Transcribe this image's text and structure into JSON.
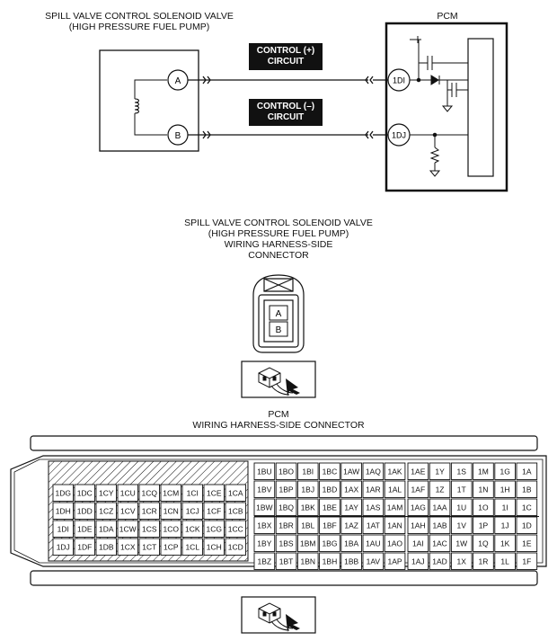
{
  "schematic": {
    "solenoid_title_line1": "SPILL VALVE CONTROL SOLENOID VALVE",
    "solenoid_title_line2": "(HIGH PRESSURE FUEL PUMP)",
    "pcm_title": "PCM",
    "control_plus_line1": "CONTROL (+)",
    "control_plus_line2": "CIRCUIT",
    "control_minus_line1": "CONTROL (–)",
    "control_minus_line2": "CIRCUIT",
    "terminal_a": "A",
    "terminal_b": "B",
    "pcm_pin_1di": "1DI",
    "pcm_pin_1dj": "1DJ"
  },
  "solenoid_connector": {
    "caption_line1": "SPILL VALVE CONTROL SOLENOID VALVE",
    "caption_line2": "(HIGH PRESSURE FUEL PUMP)",
    "caption_line3": "WIRING HARNESS-SIDE",
    "caption_line4": "CONNECTOR",
    "pin_a": "A",
    "pin_b": "B"
  },
  "pcm_connector": {
    "caption_line1": "PCM",
    "caption_line2": "WIRING HARNESS-SIDE CONNECTOR",
    "left_block": [
      [
        "1DG",
        "1DC",
        "1CY",
        "1CU",
        "1CQ",
        "1CM",
        "1CI",
        "1CE",
        "1CA"
      ],
      [
        "1DH",
        "1DD",
        "1CZ",
        "1CV",
        "1CR",
        "1CN",
        "1CJ",
        "1CF",
        "1CB"
      ],
      [
        "1DI",
        "1DE",
        "1DA",
        "1CW",
        "1CS",
        "1CO",
        "1CK",
        "1CG",
        "1CC"
      ],
      [
        "1DJ",
        "1DF",
        "1DB",
        "1CX",
        "1CT",
        "1CP",
        "1CL",
        "1CH",
        "1CD"
      ]
    ],
    "middle_block": [
      [
        "1BU",
        "1BO",
        "1BI",
        "1BC",
        "1AW",
        "1AQ",
        "1AK"
      ],
      [
        "1BV",
        "1BP",
        "1BJ",
        "1BD",
        "1AX",
        "1AR",
        "1AL"
      ],
      [
        "1BW",
        "1BQ",
        "1BK",
        "1BE",
        "1AY",
        "1AS",
        "1AM"
      ],
      [
        "1BX",
        "1BR",
        "1BL",
        "1BF",
        "1AZ",
        "1AT",
        "1AN"
      ],
      [
        "1BY",
        "1BS",
        "1BM",
        "1BG",
        "1BA",
        "1AU",
        "1AO"
      ],
      [
        "1BZ",
        "1BT",
        "1BN",
        "1BH",
        "1BB",
        "1AV",
        "1AP"
      ]
    ],
    "right_block": [
      [
        "1AE",
        "1Y",
        "1S",
        "1M",
        "1G",
        "1A"
      ],
      [
        "1AF",
        "1Z",
        "1T",
        "1N",
        "1H",
        "1B"
      ],
      [
        "1AG",
        "1AA",
        "1U",
        "1O",
        "1I",
        "1C"
      ],
      [
        "1AH",
        "1AB",
        "1V",
        "1P",
        "1J",
        "1D"
      ],
      [
        "1AI",
        "1AC",
        "1W",
        "1Q",
        "1K",
        "1E"
      ],
      [
        "1AJ",
        "1AD",
        "1X",
        "1R",
        "1L",
        "1F"
      ]
    ]
  },
  "icons": [
    "connector-view-icon",
    "connector-view-icon"
  ]
}
